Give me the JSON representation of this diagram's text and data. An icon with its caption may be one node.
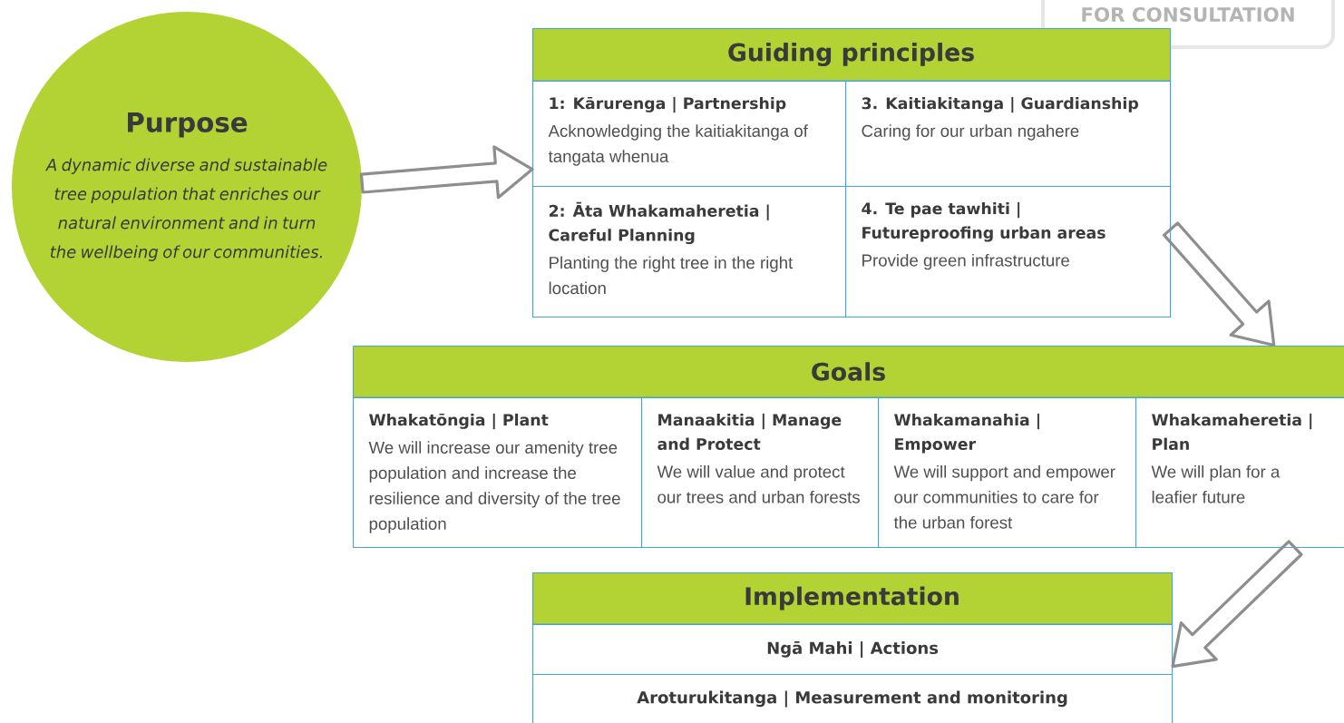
{
  "diagram": {
    "nodes": [
      {
        "text": [
          "Purpose",
          "A dynamic diverse and sustainable tree population that enriches our natural environment and in turn the wellbeing of our communities."
        ]
      },
      {
        "text": [
          "Guiding principles"
        ]
      },
      {
        "text": [
          "1: Kārurenga | Partnership",
          "Acknowledging the kaitiakitanga of tangata whenua"
        ],
        "in": 1
      },
      {
        "text": [
          "3. Kaitiakitanga | Guardianship",
          "Caring for our urban ngahere"
        ],
        "in": 1
      },
      {
        "text": [
          "2: Āta Whakamaheretia | Careful Planning",
          "Planting the right tree in the right location"
        ],
        "in": 1
      },
      {
        "text": [
          "4. Te pae tawhiti | Futureproofing urban areas",
          "Provide green infrastructure"
        ],
        "in": 1
      },
      {
        "text": [
          "Goals"
        ]
      },
      {
        "text": [
          "Whakatōngia | Plant",
          "We will increase our amenity tree population and increase the resilience and diversity of the tree population"
        ],
        "in": 6
      },
      {
        "text": [
          "Manaakitia | Manage and Protect",
          "We will value and protect our trees and urban forests"
        ],
        "in": 6
      },
      {
        "text": [
          "Whakamanahia | Empower",
          "We will support and empower our communities to care for the urban forest"
        ],
        "in": 6
      },
      {
        "text": [
          "Whakamaheretia | Plan",
          "We will plan for a leafier future"
        ],
        "in": 6
      },
      {
        "text": [
          "Implementation"
        ]
      },
      {
        "text": [
          "Ngā Mahi | Actions"
        ],
        "in": 11
      },
      {
        "text": [
          "Aroturukitanga | Measurement and monitoring"
        ],
        "in": 11
      }
    ],
    "edges": [
      {
        "from": 0,
        "to": 1,
        "arrow": "to"
      },
      {
        "from": 1,
        "to": 6,
        "arrow": "to"
      },
      {
        "from": 6,
        "to": 11,
        "arrow": "to"
      }
    ],
    "labels": [
      "FOR CONSULTATION"
    ]
  }
}
